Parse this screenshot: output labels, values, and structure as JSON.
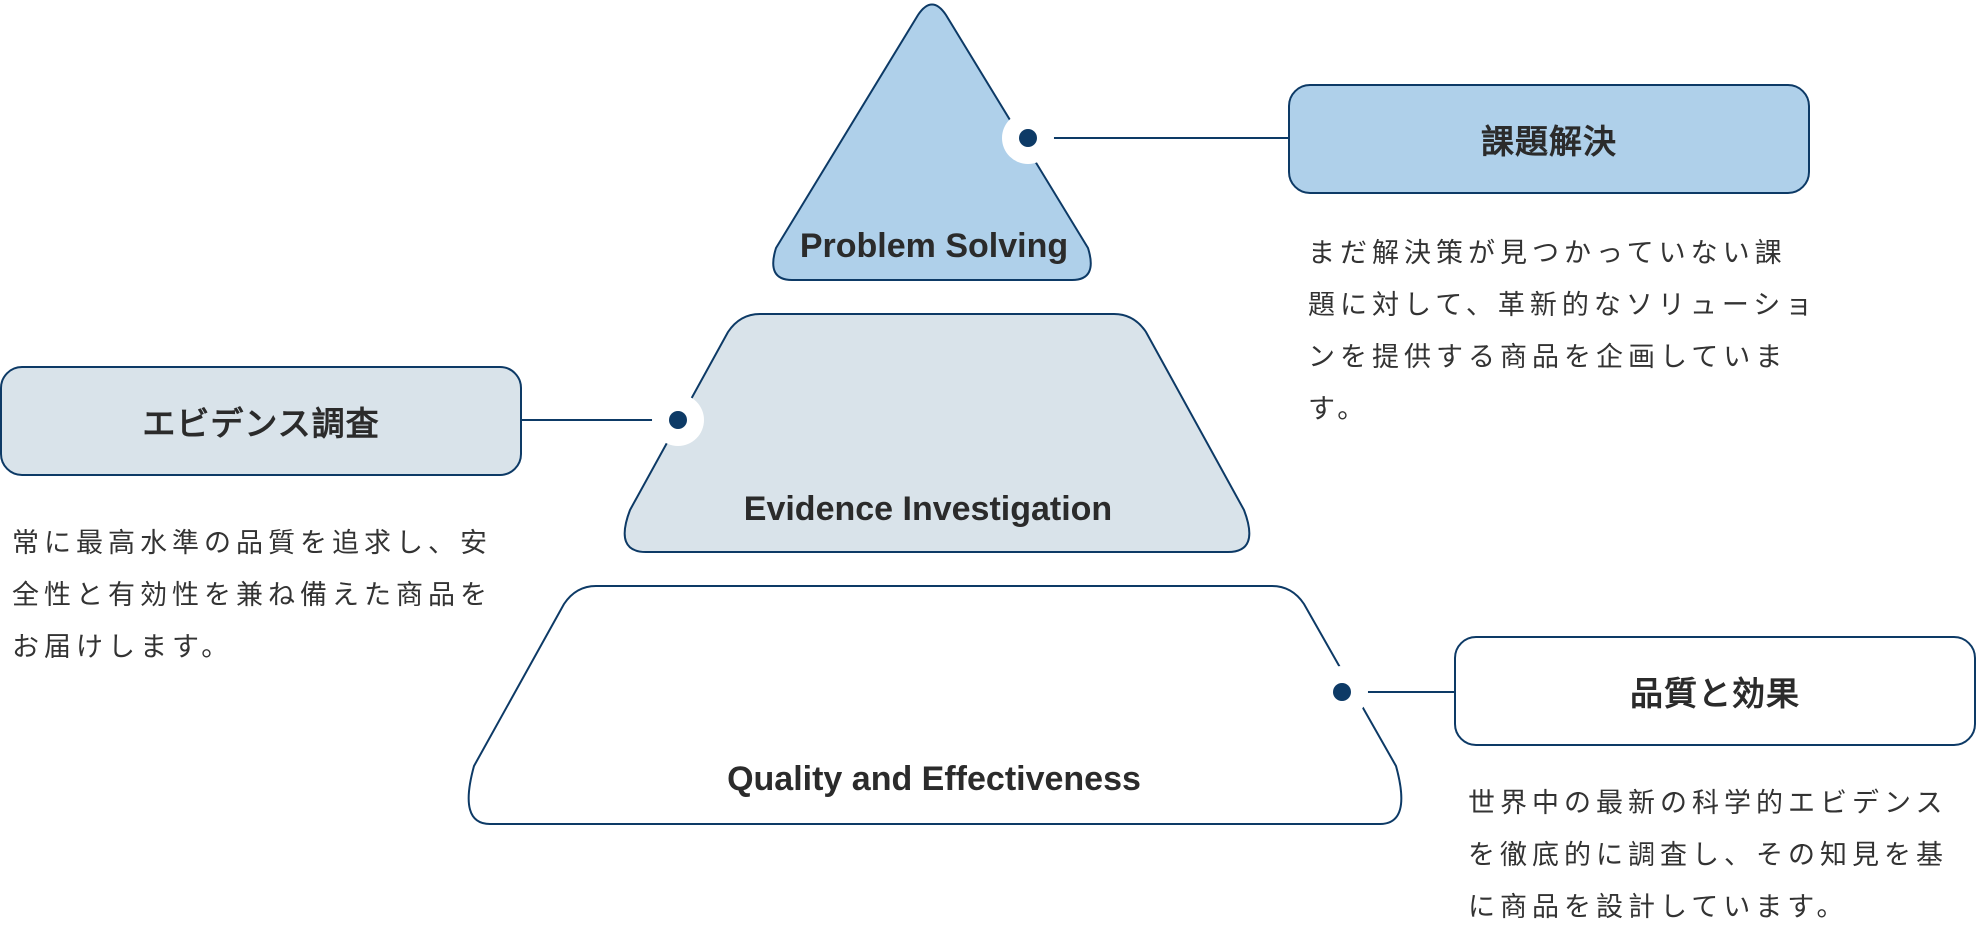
{
  "colors": {
    "stroke": "#0d3a66",
    "top_fill": "#afd0ea",
    "mid_fill": "#d9e3ea",
    "bottom_fill": "#ffffff",
    "text": "#2b2b2b"
  },
  "tiers": {
    "top": {
      "label": "Problem Solving"
    },
    "middle": {
      "label": "Evidence Investigation"
    },
    "bottom": {
      "label": "Quality and Effectiveness"
    }
  },
  "callouts": {
    "problem_solving": {
      "title": "課題解決",
      "description": "まだ解決策が見つかっていない課題に対して、革新的なソリューションを提供する商品を企画しています。"
    },
    "evidence": {
      "title": "エビデンス調査",
      "description": "常に最高水準の品質を追求し、安全性と有効性を兼ね備えた商品をお届けします。"
    },
    "quality": {
      "title": "品質と効果",
      "description": "世界中の最新の科学的エビデンスを徹底的に調査し、その知見を基に商品を設計しています。"
    }
  }
}
